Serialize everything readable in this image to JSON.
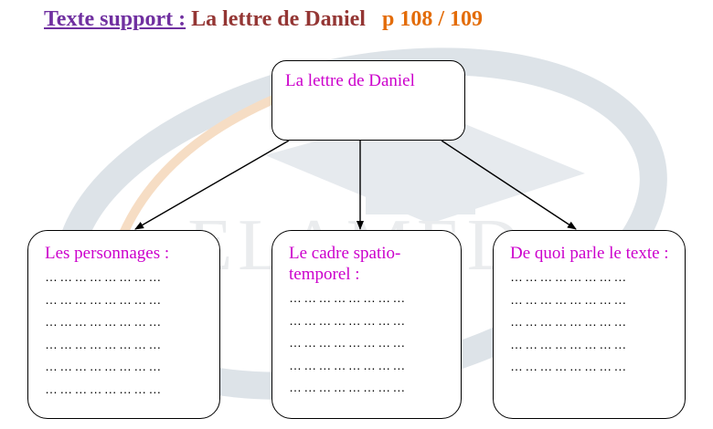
{
  "header": {
    "label": "Texte support :",
    "text": "La lettre de Daniel",
    "page": "p 108 / 109"
  },
  "watermark_text": "ELAMED",
  "diagram": {
    "root": "La lettre de Daniel",
    "children": [
      {
        "label": "Les personnages :",
        "lines": [
          "……………………",
          "……………………",
          "……………………",
          "……………………",
          "……………………",
          "……………………"
        ]
      },
      {
        "label": "Le cadre spatio-temporel :",
        "lines": [
          "……………………",
          "……………………",
          "……………………",
          "……………………",
          "……………………"
        ]
      },
      {
        "label": "De quoi parle le texte :",
        "lines": [
          "……………………",
          "……………………",
          "……………………",
          "……………………",
          "……………………"
        ]
      }
    ]
  },
  "colors": {
    "label": "#7030a0",
    "text": "#943634",
    "page": "#e36c09",
    "box_text": "#cc00cc"
  }
}
